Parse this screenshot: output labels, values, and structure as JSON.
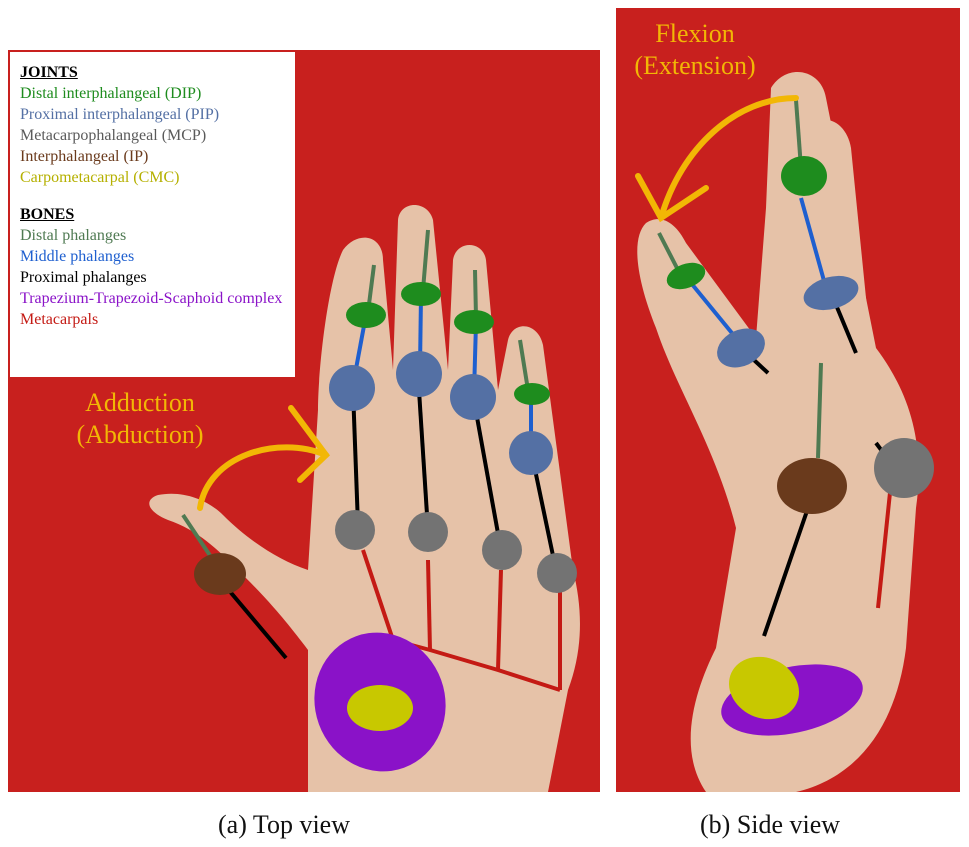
{
  "legend": {
    "joints_heading": "JOINTS",
    "joints": [
      {
        "label": "Distal interphalangeal (DIP)",
        "color": "#1e8c1e"
      },
      {
        "label": "Proximal interphalangeal (PIP)",
        "color": "#5470a4"
      },
      {
        "label": "Metacarpophalangeal (MCP)",
        "color": "#5a5a5a"
      },
      {
        "label": "Interphalangeal (IP)",
        "color": "#6a3a1c"
      },
      {
        "label": "Carpometacarpal (CMC)",
        "color": "#b5b000"
      }
    ],
    "bones_heading": "BONES",
    "bones": [
      {
        "label": "Distal phalanges",
        "color": "#4f7a52"
      },
      {
        "label": "Middle phalanges",
        "color": "#1e5fcf"
      },
      {
        "label": "Proximal phalanges",
        "color": "#000000"
      },
      {
        "label": "Trapezium-Trapezoid-Scaphoid complex",
        "color": "#8a12c8"
      },
      {
        "label": "Metacarpals",
        "color": "#c41a14"
      }
    ]
  },
  "annotations": {
    "adduction": "Adduction",
    "abduction": "(Abduction)",
    "flexion": "Flexion",
    "extension": "(Extension)"
  },
  "captions": {
    "top_view": "(a) Top view",
    "side_view": "(b) Side view"
  },
  "colors": {
    "background_red": "#c8201e",
    "skin": "#e8c8b0",
    "annotation_yellow": "#f2b705"
  }
}
